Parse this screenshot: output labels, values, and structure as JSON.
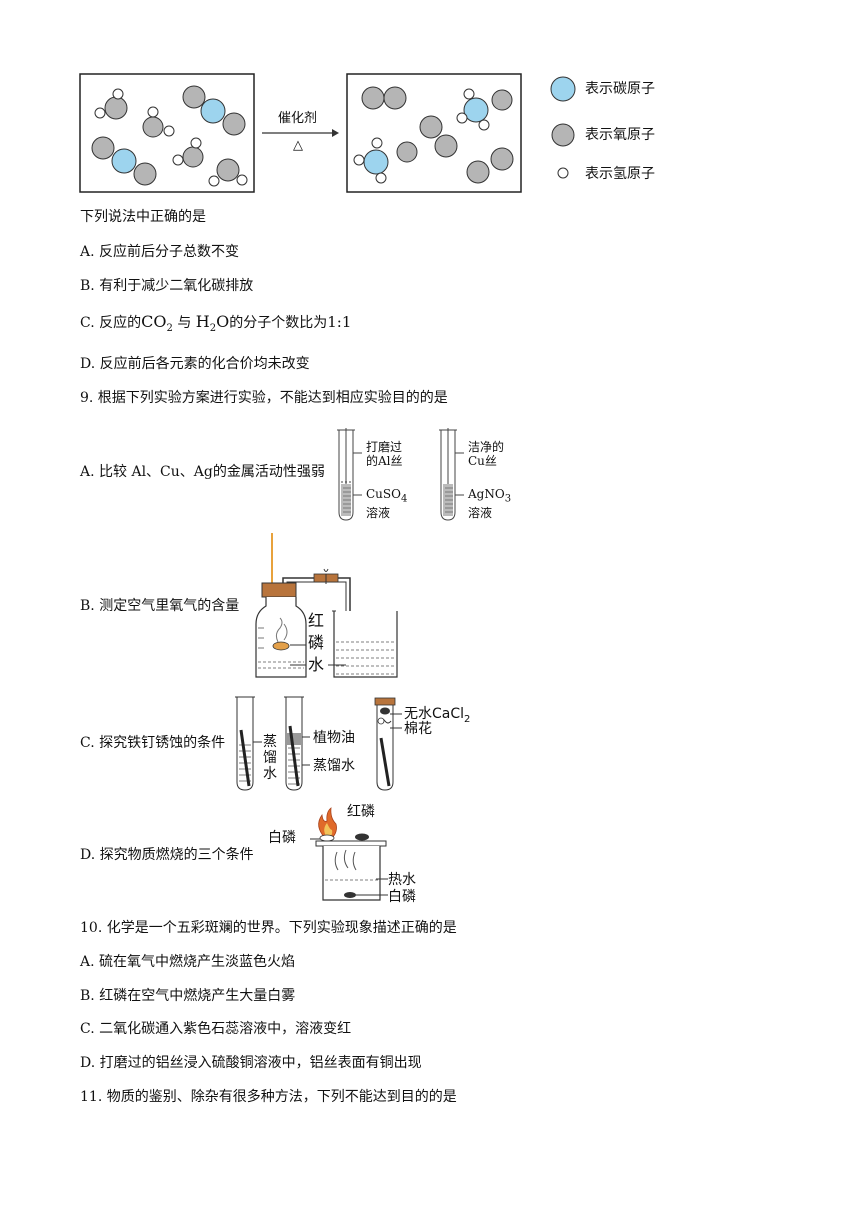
{
  "legend": {
    "carbon": "表示碳原子",
    "oxygen": "表示氧原子",
    "hydrogen": "表示氢原子"
  },
  "catalyst": {
    "label": "催化剂",
    "heat": "△"
  },
  "q8": {
    "stem": "下列说法中正确的是",
    "a": "A. 反应前后分子总数不变",
    "b": "B. 有利于减少二氧化碳排放",
    "c_prefix": "C. 反应的",
    "c_co": "CO",
    "c_2a": "2",
    "c_and": "与",
    "c_h": "H",
    "c_2b": "2",
    "c_o": "O",
    "c_suffix": "的分子个数比为",
    "c_ratio": "1:1",
    "d": "D. 反应前后各元素的化合价均未改变"
  },
  "q9": {
    "stem": "9. 根据下列实验方案进行实验，不能达到相应实验目的的是",
    "a": "A. 比较 Al、Cu、Ag的金属活动性强弱",
    "a_fig": {
      "t1_top": "打磨过",
      "t1_top2": "的Al丝",
      "t1_bot": "CuSO",
      "t1_bot_sub": "4",
      "t1_bot2": "溶液",
      "t2_top": "洁净的",
      "t2_top2": "Cu丝",
      "t2_bot": "AgNO",
      "t2_bot_sub": "3",
      "t2_bot2": "溶液"
    },
    "b": "B. 测定空气里氧气的含量",
    "b_fig": {
      "red_p1": "红",
      "red_p2": "磷",
      "water": "水"
    },
    "c": "C. 探究铁钉锈蚀的条件",
    "c_fig": {
      "dist1": "蒸",
      "dist2": "馏",
      "dist3": "水",
      "oil": "植物油",
      "dist_water": "蒸馏水",
      "cacl": "无水CaCl",
      "cacl_sub": "2",
      "cotton": "棉花"
    },
    "d": "D. 探究物质燃烧的三个条件",
    "d_fig": {
      "red_p": "红磷",
      "white_p": "白磷",
      "hot_water": "热水",
      "white_p2": "白磷"
    }
  },
  "q10": {
    "stem": "10. 化学是一个五彩斑斓的世界。下列实验现象描述正确的是",
    "a": "A. 硫在氧气中燃烧产生淡蓝色火焰",
    "b": "B. 红磷在空气中燃烧产生大量白雾",
    "c": "C. 二氧化碳通入紫色石蕊溶液中，溶液变红",
    "d": "D. 打磨过的铝丝浸入硫酸铜溶液中，铝丝表面有铜出现"
  },
  "q11": {
    "stem": "11. 物质的鉴别、除杂有很多种方法，下列不能达到目的的是"
  }
}
